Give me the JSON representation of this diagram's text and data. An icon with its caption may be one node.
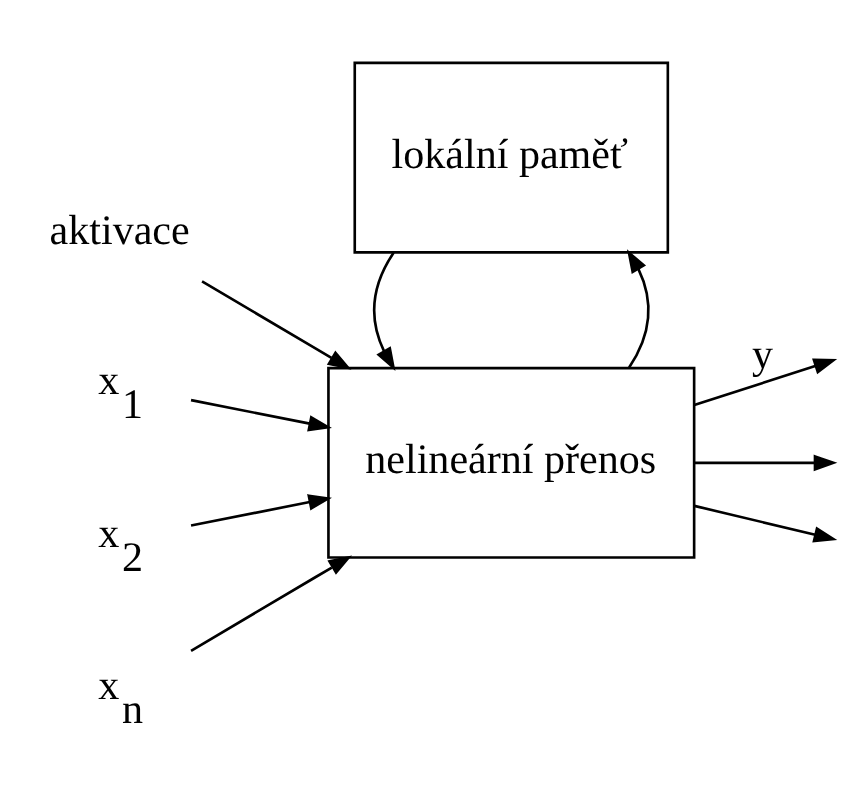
{
  "diagram": {
    "nodes": [
      {
        "text": [
          "aktivace"
        ]
      },
      {
        "text": [
          "x$_{1}$"
        ]
      },
      {
        "text": [
          "x$_{2}$"
        ]
      },
      {
        "text": [
          "x$_{n}$"
        ]
      },
      {
        "text": [
          "nelineární přenos"
        ]
      },
      {
        "text": [
          "lokální paměť"
        ]
      }
    ],
    "edges": [
      {
        "from": 0,
        "to": 4,
        "arrow": "to"
      },
      {
        "from": 1,
        "to": 4,
        "arrow": "to"
      },
      {
        "from": 2,
        "to": 4,
        "arrow": "to"
      },
      {
        "from": 3,
        "to": 4,
        "arrow": "to"
      },
      {
        "from": 4,
        "to": null,
        "arrow": "to",
        "label": "y"
      },
      {
        "from": 4,
        "to": null,
        "arrow": "to"
      },
      {
        "from": 4,
        "to": null,
        "arrow": "to"
      },
      {
        "from": 4,
        "to": 5,
        "arrow": "to"
      },
      {
        "from": 5,
        "to": 4,
        "arrow": "to"
      }
    ]
  }
}
